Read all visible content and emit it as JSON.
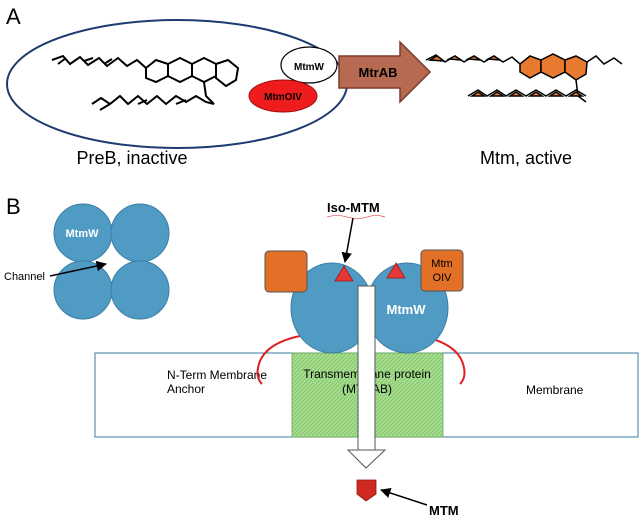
{
  "panel_a": {
    "label": "A",
    "enzyme_mtmw": "MtmW",
    "enzyme_mtmoiv": "MtmOIV",
    "arrow_label": "MtrAB",
    "substrate_caption": "PreB, inactive",
    "product_caption": "Mtm, active"
  },
  "panel_b": {
    "label": "B",
    "tetramer_unit_label": "MtmW",
    "channel_label": "Channel",
    "iso_mtm_label": "Iso-MTM",
    "oiv_label_line1": "Mtm",
    "oiv_label_line2": "OIV",
    "dimer_label": "MtmW",
    "anchor_label_line1": "N-Term Membrane",
    "anchor_label_line2": "Anchor",
    "transporter_label_line1": "Transmembrane protein",
    "transporter_label_line2": "(MTRAB)",
    "membrane_label": "Membrane",
    "mtm_label": "MTM"
  },
  "colors": {
    "mtmw_blue": "#4f9bc4",
    "mtmoiv_red": "#ee1c1c",
    "arrow_brown": "#b76a52",
    "oiv_orange": "#e27026",
    "triangle_red": "#e53935",
    "anchor_red": "#e02020",
    "transporter_green": "#a6dc8e",
    "outline_navy": "#1f3a70",
    "product_orange": "#e87a30",
    "mtm_red": "#d0291f"
  }
}
